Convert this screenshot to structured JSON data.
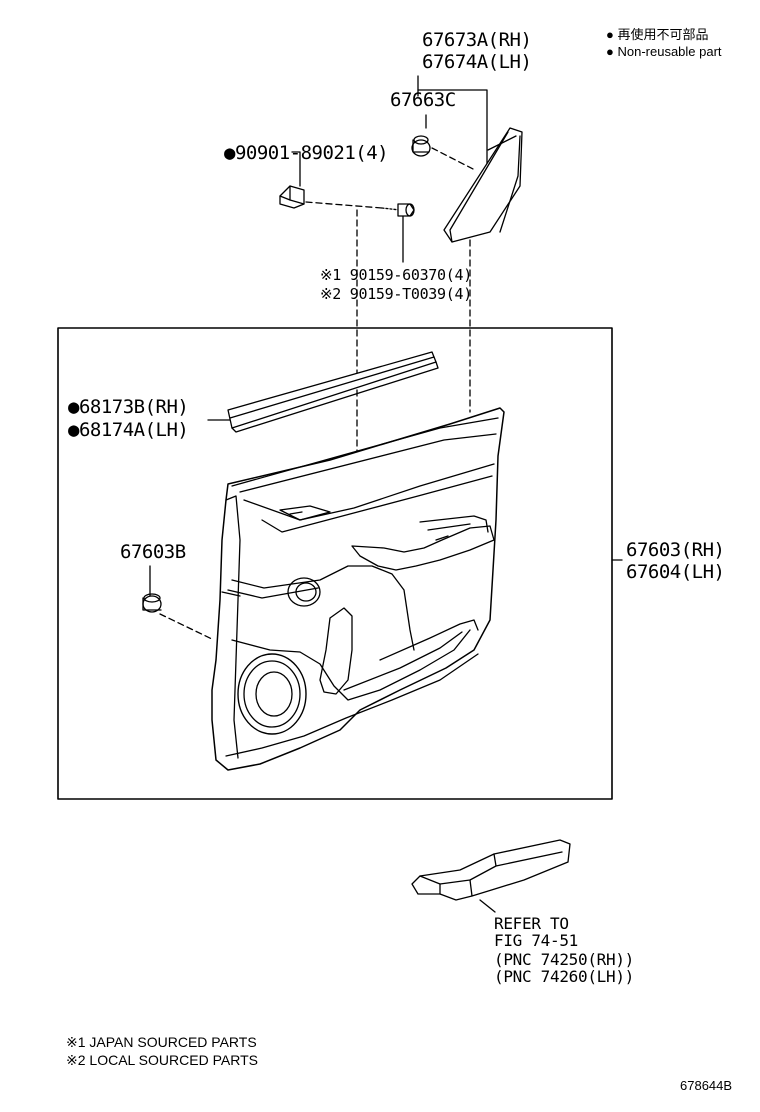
{
  "legend": {
    "marker": "●",
    "line1": "再使用不可部品",
    "line2": "Non-reusable part"
  },
  "parts": {
    "p67673A": "67673A(RH)",
    "p67674A": "67674A(LH)",
    "p67663C": "67663C",
    "p90901": "90901-89021(4)",
    "p90159a": "※1 90159-60370(4)",
    "p90159b": "※2 90159-T0039(4)",
    "p68173B": "68173B(RH)",
    "p68174A": "68174A(LH)",
    "p67603B": "67603B",
    "p67603": "67603(RH)",
    "p67604": "67604(LH)"
  },
  "reference": {
    "line1": "REFER TO",
    "line2": "FIG 74-51",
    "line3": "(PNC 74250(RH))",
    "line4": "(PNC 74260(LH))"
  },
  "footnotes": {
    "note1": "※1 JAPAN SOURCED PARTS",
    "note2": "※2 LOCAL SOURCED PARTS"
  },
  "figure_id": "678644B"
}
